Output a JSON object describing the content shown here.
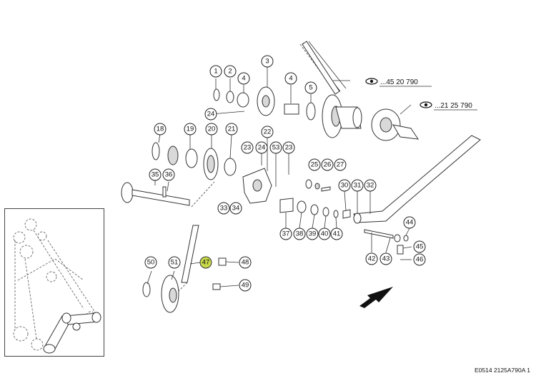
{
  "callouts": [
    {
      "id": "c1",
      "label": "1"
    },
    {
      "id": "c2",
      "label": "2"
    },
    {
      "id": "c3",
      "label": "3"
    },
    {
      "id": "c4a",
      "label": "4"
    },
    {
      "id": "c4b",
      "label": "4"
    },
    {
      "id": "c5",
      "label": "5"
    },
    {
      "id": "c18",
      "label": "18"
    },
    {
      "id": "c19",
      "label": "19"
    },
    {
      "id": "c20",
      "label": "20"
    },
    {
      "id": "c21",
      "label": "21"
    },
    {
      "id": "c22",
      "label": "22"
    },
    {
      "id": "c23a",
      "label": "23"
    },
    {
      "id": "c24a",
      "label": "24"
    },
    {
      "id": "c24b",
      "label": "24"
    },
    {
      "id": "c53",
      "label": "53"
    },
    {
      "id": "c23b",
      "label": "23"
    },
    {
      "id": "c25",
      "label": "25"
    },
    {
      "id": "c26",
      "label": "26"
    },
    {
      "id": "c27",
      "label": "27"
    },
    {
      "id": "c35",
      "label": "35"
    },
    {
      "id": "c36",
      "label": "36"
    },
    {
      "id": "c33",
      "label": "33"
    },
    {
      "id": "c34",
      "label": "34"
    },
    {
      "id": "c30",
      "label": "30"
    },
    {
      "id": "c31",
      "label": "31"
    },
    {
      "id": "c32",
      "label": "32"
    },
    {
      "id": "c37",
      "label": "37"
    },
    {
      "id": "c38",
      "label": "38"
    },
    {
      "id": "c39",
      "label": "39"
    },
    {
      "id": "c40",
      "label": "40"
    },
    {
      "id": "c41",
      "label": "41"
    },
    {
      "id": "c44",
      "label": "44"
    },
    {
      "id": "c42",
      "label": "42"
    },
    {
      "id": "c43",
      "label": "43"
    },
    {
      "id": "c45",
      "label": "45"
    },
    {
      "id": "c46",
      "label": "46"
    },
    {
      "id": "c50",
      "label": "50"
    },
    {
      "id": "c51",
      "label": "51"
    },
    {
      "id": "c47",
      "label": "47",
      "highlight": true
    },
    {
      "id": "c48",
      "label": "48"
    },
    {
      "id": "c49",
      "label": "49"
    }
  ],
  "references": [
    {
      "id": "ref1",
      "text": "...45 20 790",
      "icon": "eye-icon"
    },
    {
      "id": "ref2",
      "text": "...21 25 790",
      "icon": "eye-icon"
    }
  ],
  "doc_code": "E0514 2125A790A 1",
  "colors": {
    "highlight": "#c8d94a",
    "line": "#333333"
  }
}
